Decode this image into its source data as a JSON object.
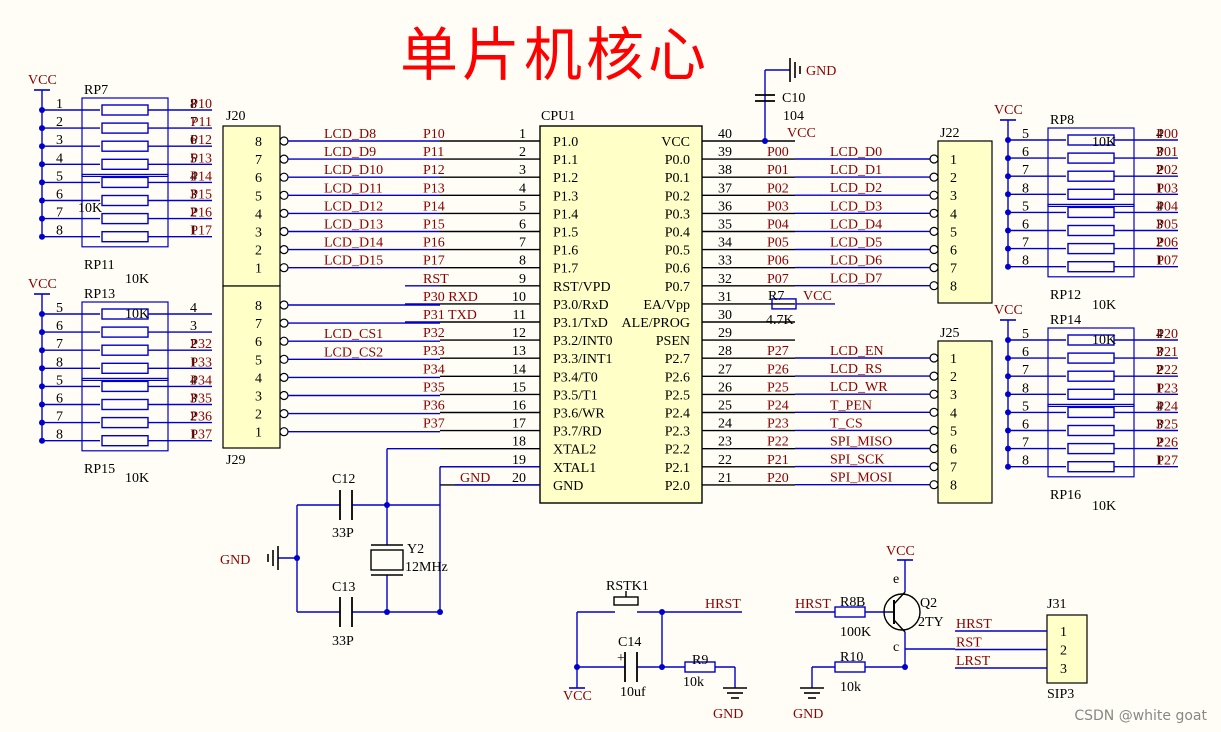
{
  "title": "单片机核心",
  "watermark": "CSDN @white goat",
  "colors": {
    "wire": "#0000cc",
    "label": "#8b0000",
    "part": "#000000",
    "chip_fill": "#ffffc8",
    "title": "#ff0000"
  },
  "cpu": {
    "ref": "CPU1",
    "left_pins": [
      {
        "num": "1",
        "name": "P1.0",
        "net": "P10"
      },
      {
        "num": "2",
        "name": "P1.1",
        "net": "P11"
      },
      {
        "num": "3",
        "name": "P1.2",
        "net": "P12"
      },
      {
        "num": "4",
        "name": "P1.3",
        "net": "P13"
      },
      {
        "num": "5",
        "name": "P1.4",
        "net": "P14"
      },
      {
        "num": "6",
        "name": "P1.5",
        "net": "P15"
      },
      {
        "num": "7",
        "name": "P1.6",
        "net": "P16"
      },
      {
        "num": "8",
        "name": "P1.7",
        "net": "P17"
      },
      {
        "num": "9",
        "name": "RST/VPD",
        "net": "RST"
      },
      {
        "num": "10",
        "name": "P3.0/RxD",
        "net": "P30  RXD"
      },
      {
        "num": "11",
        "name": "P3.1/TxD",
        "net": "P31  TXD"
      },
      {
        "num": "12",
        "name": "P3.2/INT0",
        "net": "P32"
      },
      {
        "num": "13",
        "name": "P3.3/INT1",
        "net": "P33"
      },
      {
        "num": "14",
        "name": "P3.4/T0",
        "net": "P34"
      },
      {
        "num": "15",
        "name": "P3.5/T1",
        "net": "P35"
      },
      {
        "num": "16",
        "name": "P3.6/WR",
        "net": "P36"
      },
      {
        "num": "17",
        "name": "P3.7/RD",
        "net": "P37"
      },
      {
        "num": "18",
        "name": "XTAL2",
        "net": ""
      },
      {
        "num": "19",
        "name": "XTAL1",
        "net": ""
      },
      {
        "num": "20",
        "name": "GND",
        "net": "GND"
      }
    ],
    "right_pins": [
      {
        "num": "40",
        "name": "VCC",
        "net": "VCC"
      },
      {
        "num": "39",
        "name": "P0.0",
        "net": "P00"
      },
      {
        "num": "38",
        "name": "P0.1",
        "net": "P01"
      },
      {
        "num": "37",
        "name": "P0.2",
        "net": "P02"
      },
      {
        "num": "36",
        "name": "P0.3",
        "net": "P03"
      },
      {
        "num": "35",
        "name": "P0.4",
        "net": "P04"
      },
      {
        "num": "34",
        "name": "P0.5",
        "net": "P05"
      },
      {
        "num": "33",
        "name": "P0.6",
        "net": "P06"
      },
      {
        "num": "32",
        "name": "P0.7",
        "net": "P07"
      },
      {
        "num": "31",
        "name": "EA/Vpp",
        "net": ""
      },
      {
        "num": "30",
        "name": "ALE/PROG",
        "net": ""
      },
      {
        "num": "29",
        "name": "PSEN",
        "net": ""
      },
      {
        "num": "28",
        "name": "P2.7",
        "net": "P27"
      },
      {
        "num": "27",
        "name": "P2.6",
        "net": "P26"
      },
      {
        "num": "26",
        "name": "P2.5",
        "net": "P25"
      },
      {
        "num": "25",
        "name": "P2.4",
        "net": "P24"
      },
      {
        "num": "24",
        "name": "P2.3",
        "net": "P23"
      },
      {
        "num": "23",
        "name": "P2.2",
        "net": "P22"
      },
      {
        "num": "22",
        "name": "P2.1",
        "net": "P21"
      },
      {
        "num": "21",
        "name": "P2.0",
        "net": "P20"
      }
    ]
  },
  "j20": {
    "ref": "J20",
    "pins": [
      "8",
      "7",
      "6",
      "5",
      "4",
      "3",
      "2",
      "1"
    ],
    "nets": [
      "LCD_D8",
      "LCD_D9",
      "LCD_D10",
      "LCD_D11",
      "LCD_D12",
      "LCD_D13",
      "LCD_D14",
      "LCD_D15"
    ]
  },
  "j29": {
    "ref": "J29",
    "pins": [
      "8",
      "7",
      "6",
      "5",
      "4",
      "3",
      "2",
      "1"
    ],
    "nets": [
      "",
      "",
      "LCD_CS1",
      "LCD_CS2",
      "",
      "",
      "",
      ""
    ]
  },
  "j22": {
    "ref": "J22",
    "pins": [
      "1",
      "2",
      "3",
      "4",
      "5",
      "6",
      "7",
      "8"
    ],
    "nets": [
      "LCD_D0",
      "LCD_D1",
      "LCD_D2",
      "LCD_D3",
      "LCD_D4",
      "LCD_D5",
      "LCD_D6",
      "LCD_D7"
    ]
  },
  "j25": {
    "ref": "J25",
    "pins": [
      "1",
      "2",
      "3",
      "4",
      "5",
      "6",
      "7",
      "8"
    ],
    "nets": [
      "LCD_EN",
      "LCD_RS",
      "LCD_WR",
      "T_PEN",
      "T_CS",
      "SPI_MISO",
      "SPI_SCK",
      "SPI_MOSI"
    ]
  },
  "rp_left_top": {
    "vcc": "VCC",
    "ref_a": "RP7",
    "ref_b": "RP11",
    "value": "10K",
    "lnums": [
      "1",
      "2",
      "3",
      "4",
      "5",
      "6",
      "7",
      "8"
    ],
    "rnums": [
      "8",
      "7",
      "6",
      "5",
      "4",
      "3",
      "2",
      "1"
    ],
    "nets": [
      "P10",
      "P11",
      "P12",
      "P13",
      "P14",
      "P15",
      "P16",
      "P17"
    ]
  },
  "rp_left_bot": {
    "vcc": "VCC",
    "ref_a": "RP13",
    "ref_b": "RP15",
    "value": "10K",
    "lnums": [
      "5",
      "6",
      "7",
      "8",
      "5",
      "6",
      "7",
      "8"
    ],
    "rnums": [
      "4",
      "3",
      "2",
      "1",
      "4",
      "3",
      "2",
      "1"
    ],
    "nets": [
      "",
      "",
      "P32",
      "P33",
      "P34",
      "P35",
      "P36",
      "P37"
    ]
  },
  "rp_right_top": {
    "vcc": "VCC",
    "ref_a": "RP8",
    "ref_b": "RP12",
    "value": "10K",
    "lnums": [
      "5",
      "6",
      "7",
      "8",
      "5",
      "6",
      "7",
      "8"
    ],
    "rnums": [
      "4",
      "3",
      "2",
      "1",
      "4",
      "3",
      "2",
      "1"
    ],
    "nets": [
      "P00",
      "P01",
      "P02",
      "P03",
      "P04",
      "P05",
      "P06",
      "P07"
    ]
  },
  "rp_right_bot": {
    "vcc": "VCC",
    "ref_a": "RP14",
    "ref_b": "RP16",
    "value": "10K",
    "lnums": [
      "5",
      "6",
      "7",
      "8",
      "5",
      "6",
      "7",
      "8"
    ],
    "rnums": [
      "4",
      "3",
      "2",
      "1",
      "4",
      "3",
      "2",
      "1"
    ],
    "nets": [
      "P20",
      "P21",
      "P22",
      "P23",
      "P24",
      "P25",
      "P26",
      "P27"
    ]
  },
  "parts": {
    "c10_ref": "C10",
    "c10_val": "104",
    "gnd": "GND",
    "vcc": "VCC",
    "c12_ref": "C12",
    "c12_val": "33P",
    "c13_ref": "C13",
    "c13_val": "33P",
    "y2_ref": "Y2",
    "y2_val": "12MHz",
    "r7_ref": "R7",
    "r7_val": "4.7K",
    "rstk_ref": "RSTK1",
    "c14_ref": "C14",
    "c14_val": "10uf",
    "r9_ref": "R9",
    "r9_val": "10k",
    "hrst": "HRST",
    "r8_ref": "R8",
    "r8_val": "100K",
    "q2_ref": "Q2",
    "q2_val": "2TY",
    "r10_ref": "R10",
    "r10_val": "10k",
    "pin_b": "B",
    "pin_e": "e",
    "pin_c": "c",
    "j31_ref": "J31",
    "j31_val": "SIP3",
    "j31_nets": [
      "HRST",
      "RST",
      "LRST"
    ],
    "j31_pins": [
      "1",
      "2",
      "3"
    ]
  }
}
